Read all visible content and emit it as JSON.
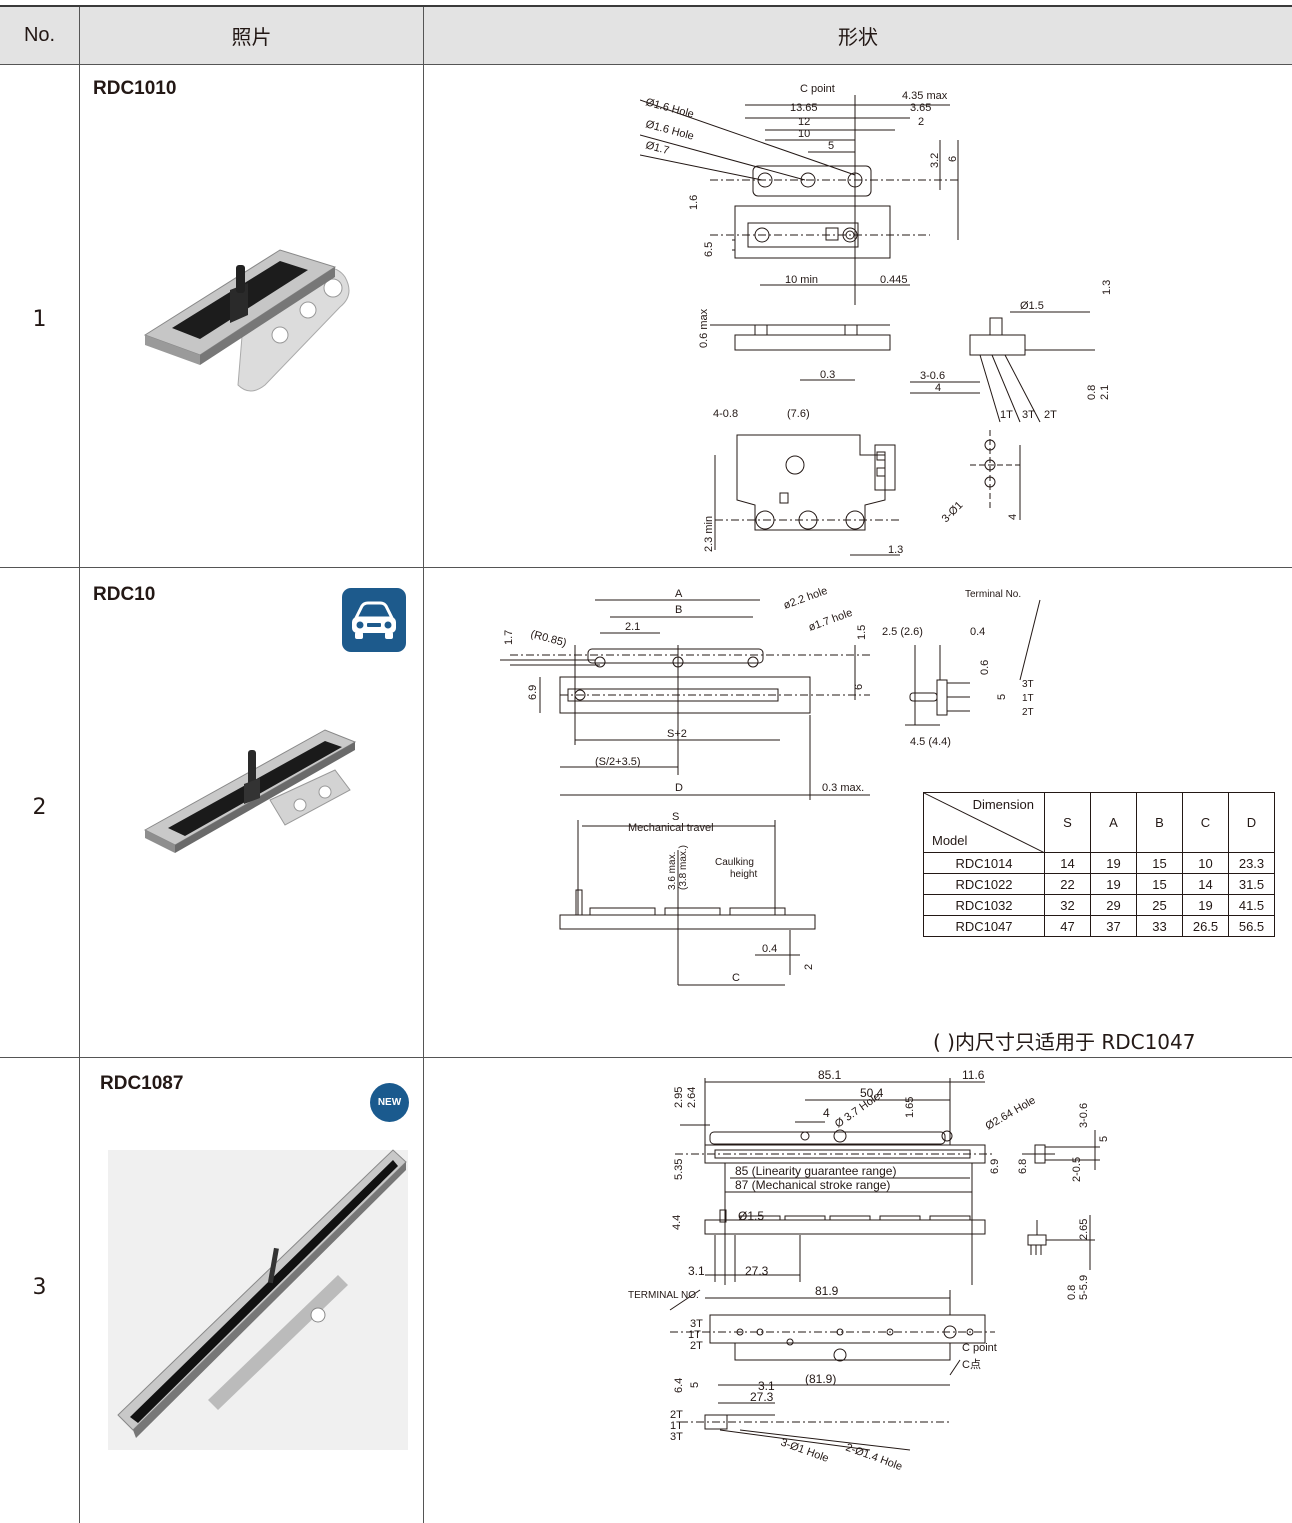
{
  "header": {
    "no": "No.",
    "photo": "照片",
    "shape": "形状"
  },
  "rows": [
    {
      "no": "1",
      "model": "RDC1010"
    },
    {
      "no": "2",
      "model": "RDC10"
    },
    {
      "no": "3",
      "model": "RDC1087"
    }
  ],
  "badges": {
    "car": "car-icon",
    "new": "NEW"
  },
  "drawing1": {
    "c_point": "C point",
    "max435": "4.35 max",
    "d1365": "13.65",
    "d365": "3.65",
    "d12": "12",
    "d2": "2",
    "d10": "10",
    "d5": "5",
    "hole16a": "Ø1.6 Hole",
    "hole16b": "Ø1.6 Hole",
    "hole17": "Ø1.7",
    "d32": "3.2",
    "d6": "6",
    "d16": "1.6",
    "d65": "6.5",
    "min10": "10 min",
    "d0445": "0.445",
    "max06": "0.6 max",
    "d03": "0.3",
    "d15": "Ø1.5",
    "d13a": "1.3",
    "d306": "3-0.6",
    "d4": "4",
    "t1": "1T",
    "t3": "3T",
    "t2": "2T",
    "d08": "0.8",
    "d21": "2.1",
    "d408": "4-0.8",
    "d76": "(7.6)",
    "min23": "2.3 min",
    "d13b": "1.3",
    "d3o1": "3-Ø1",
    "d4b": "4"
  },
  "drawing2": {
    "A": "A",
    "B": "B",
    "r085": "(R0.85)",
    "d17": "1.7",
    "d21": "2.1",
    "h22": "ø2.2 hole",
    "h17": "ø1.7 hole",
    "d15": "1.5",
    "d6": "6",
    "d69": "6.9",
    "s2": "S+2",
    "s235": "(S/2+3.5)",
    "D": "D",
    "max03": "0.3 max.",
    "term": "Terminal No.",
    "d25": "2.5 (2.6)",
    "d04": "0.4",
    "d06": "0.6",
    "d5": "5",
    "t3": "3T",
    "t1": "1T",
    "t2": "2T",
    "d45": "4.5 (4.4)",
    "S": "S",
    "mech": "Mechanical travel",
    "d36": "3.6 max.",
    "d38": "(3.8 max.)",
    "caulk1": "Caulking",
    "caulk2": "height",
    "d04b": "0.4",
    "d2": "2",
    "C": "C"
  },
  "dim_table": {
    "corner_top": "Dimension",
    "corner_bottom": "Model",
    "columns": [
      "S",
      "A",
      "B",
      "C",
      "D"
    ],
    "rows": [
      {
        "model": "RDC1014",
        "values": [
          "14",
          "19",
          "15",
          "10",
          "23.3"
        ]
      },
      {
        "model": "RDC1022",
        "values": [
          "22",
          "19",
          "15",
          "14",
          "31.5"
        ]
      },
      {
        "model": "RDC1032",
        "values": [
          "32",
          "29",
          "25",
          "19",
          "41.5"
        ]
      },
      {
        "model": "RDC1047",
        "values": [
          "47",
          "37",
          "33",
          "26.5",
          "56.5"
        ]
      }
    ]
  },
  "note": "( )内尺寸只适用于 RDC1047",
  "drawing3": {
    "d851": "85.1",
    "d116": "11.6",
    "d504": "50.4",
    "d295": "2.95",
    "d264": "2.64",
    "d4": "4",
    "h37": "Ø 3.7 Hole",
    "d165": "1.65",
    "h264": "Ø2.64 Hole",
    "d306": "3-0.6",
    "d5": "5",
    "d535": "5.35",
    "lin": "85 (Linearity guarantee range)",
    "mech": "87 (Mechanical stroke range)",
    "d69": "6.9",
    "d68": "6.8",
    "d205": "2-0.5",
    "d44": "4.4",
    "o15": "Ø1.5",
    "d265": "2.65",
    "d31": "3.1",
    "d273": "27.3",
    "d819": "81.9",
    "d08": "0.8",
    "d559": "5-5.9",
    "term": "TERMINAL NO.",
    "t3": "3T",
    "t1": "1T",
    "t2": "2T",
    "cpoint": "C point",
    "cdian": "C点",
    "d819b": "(81.9)",
    "d64": "6.4",
    "d5b": "5",
    "d31b": "3.1",
    "d273b": "27.3",
    "h301": "3-Ø1 Hole",
    "h214": "2-Ø1.4 Hole"
  }
}
